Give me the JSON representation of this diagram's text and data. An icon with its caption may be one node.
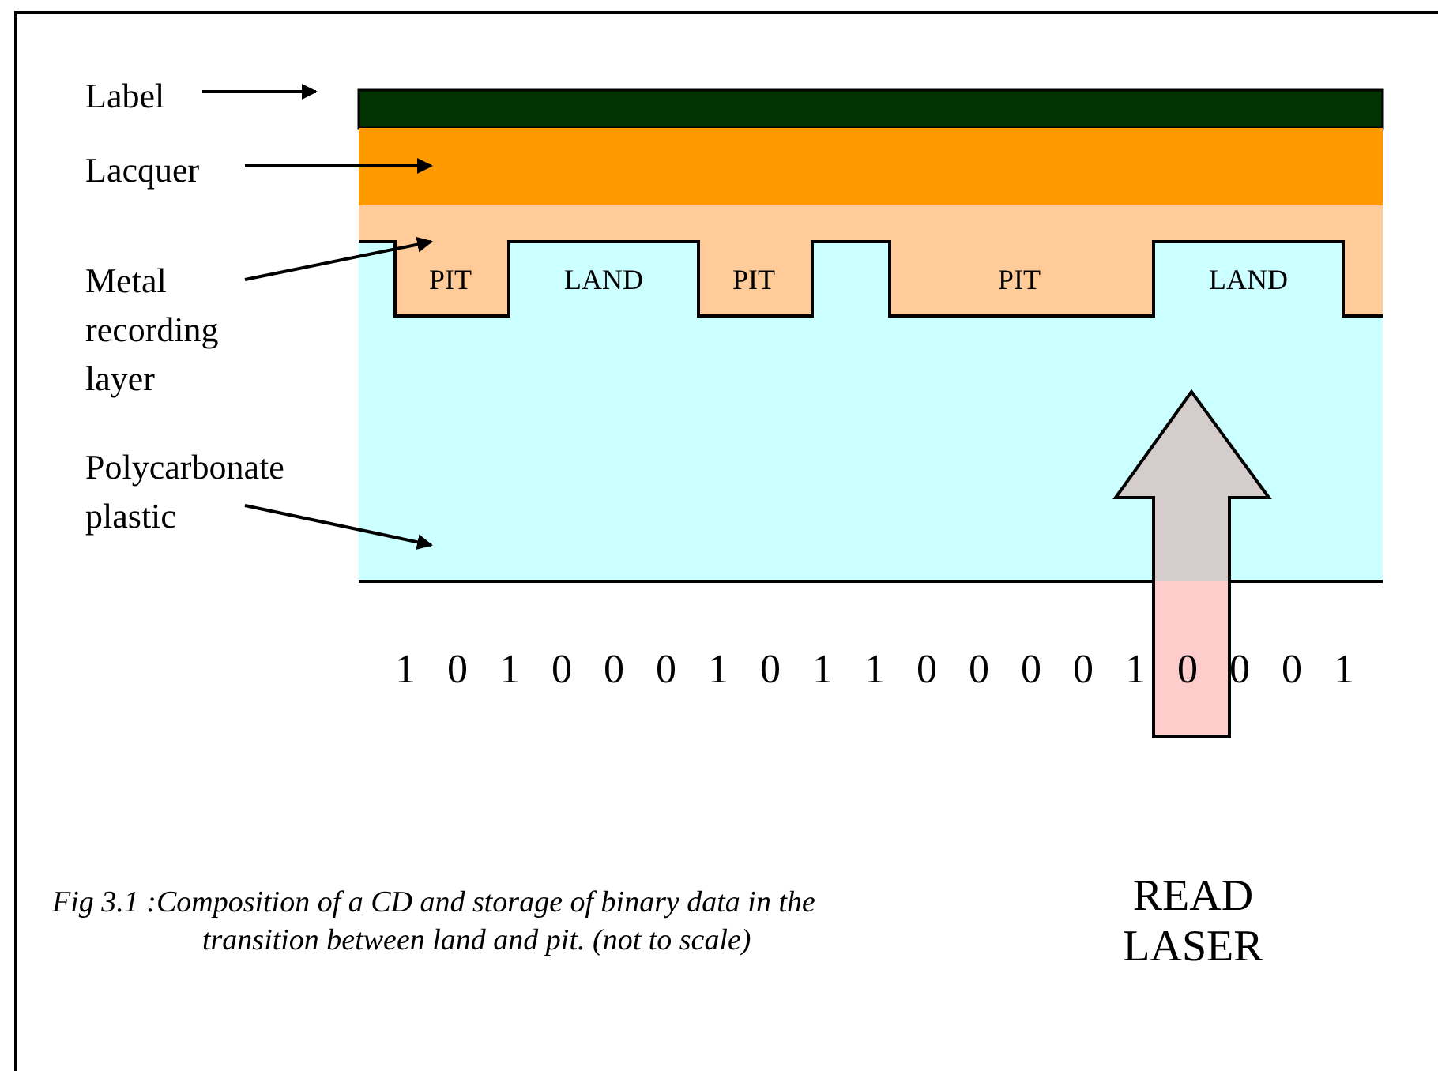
{
  "diagram": {
    "caption": "Fig 3.1 :Composition of a CD and storage of binary data in the transition between land and pit. (not to scale)",
    "nodes": [
      {
        "text": [
          "Label"
        ]
      },
      {
        "text": [
          "Lacquer"
        ]
      },
      {
        "text": [
          "Metal recording layer"
        ]
      },
      {
        "text": [
          "Polycarbonate plastic"
        ]
      },
      {
        "text": [],
        "shape": "bar"
      },
      {
        "text": [],
        "shape": "bar"
      },
      {
        "text": [],
        "shape": "bar"
      },
      {
        "text": [],
        "shape": "bar"
      }
    ],
    "edges": [
      {
        "from": 0,
        "to": 4,
        "arrow": "to"
      },
      {
        "from": 1,
        "to": 5,
        "arrow": "to"
      },
      {
        "from": 2,
        "to": 6,
        "arrow": "to"
      },
      {
        "from": 3,
        "to": 7,
        "arrow": "to"
      }
    ],
    "labels": [
      "PIT",
      "LAND",
      "PIT",
      "PIT",
      "LAND",
      "1 0 1 0 0 0 1 0 1 1 0 0 0 0 1 0 0 0 1",
      "READ LASER"
    ]
  }
}
